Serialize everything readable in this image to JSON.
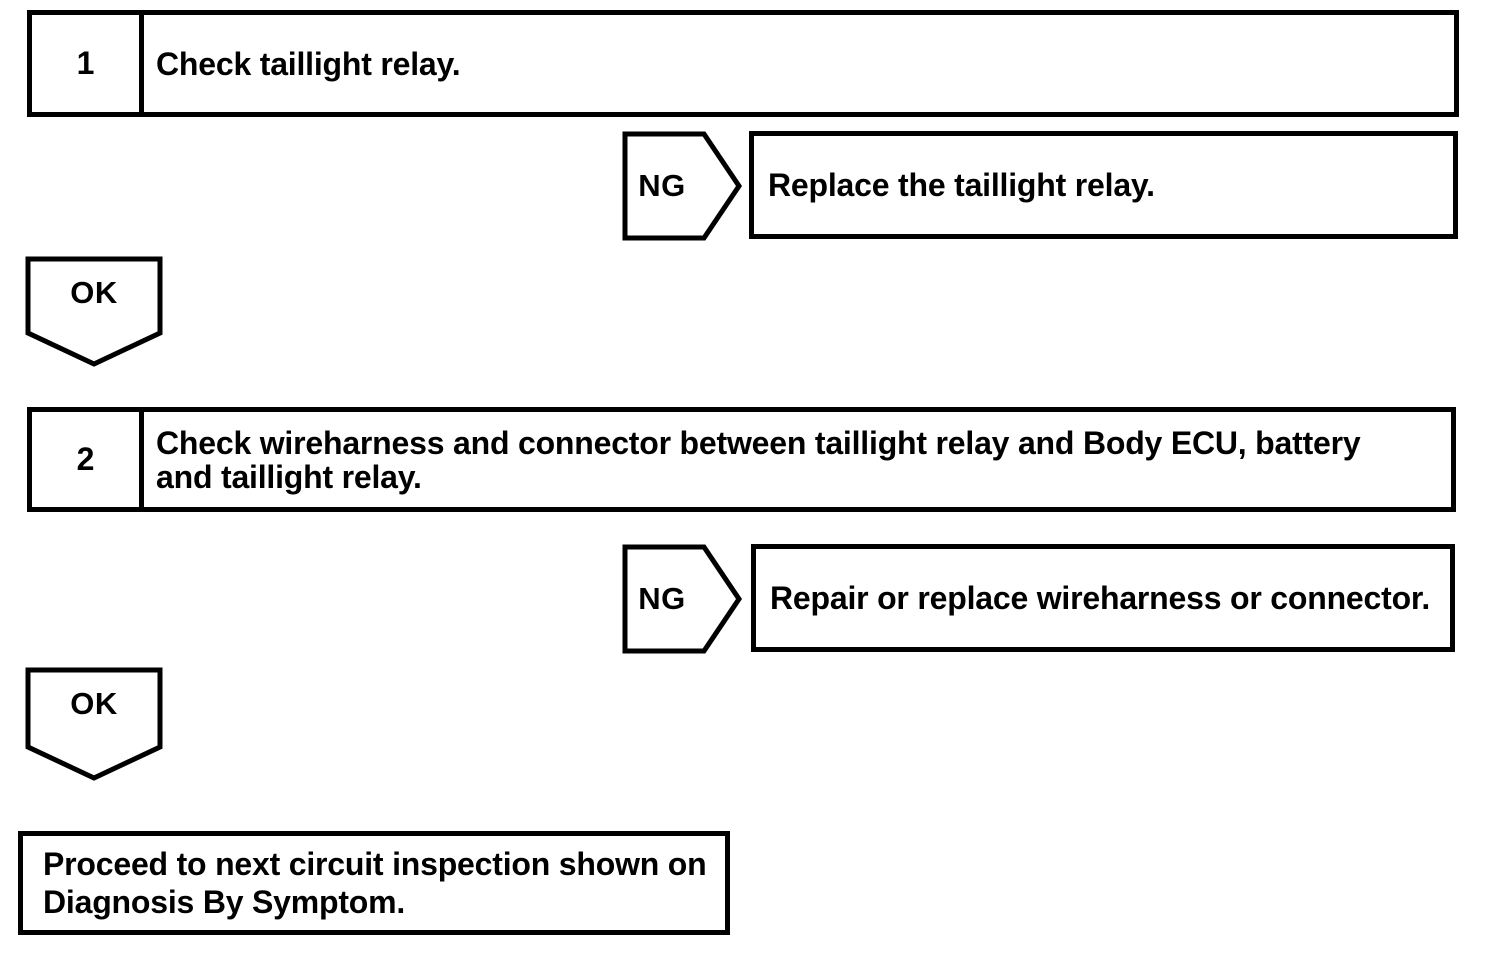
{
  "colors": {
    "ink": "#000000",
    "paper": "#ffffff"
  },
  "steps": [
    {
      "number": "1",
      "lines": [
        "Check taillight relay."
      ],
      "ng": {
        "label": "NG",
        "result": "Replace the taillight relay."
      },
      "ok": {
        "label": "OK"
      }
    },
    {
      "number": "2",
      "lines": [
        "Check wireharness and connector between taillight relay and Body ECU, battery",
        "and taillight relay."
      ],
      "ng": {
        "label": "NG",
        "result": "Repair or replace wireharness or connector."
      },
      "ok": {
        "label": "OK"
      }
    }
  ],
  "final": {
    "lines": [
      "Proceed to next circuit inspection shown on",
      "Diagnosis By Symptom."
    ]
  }
}
